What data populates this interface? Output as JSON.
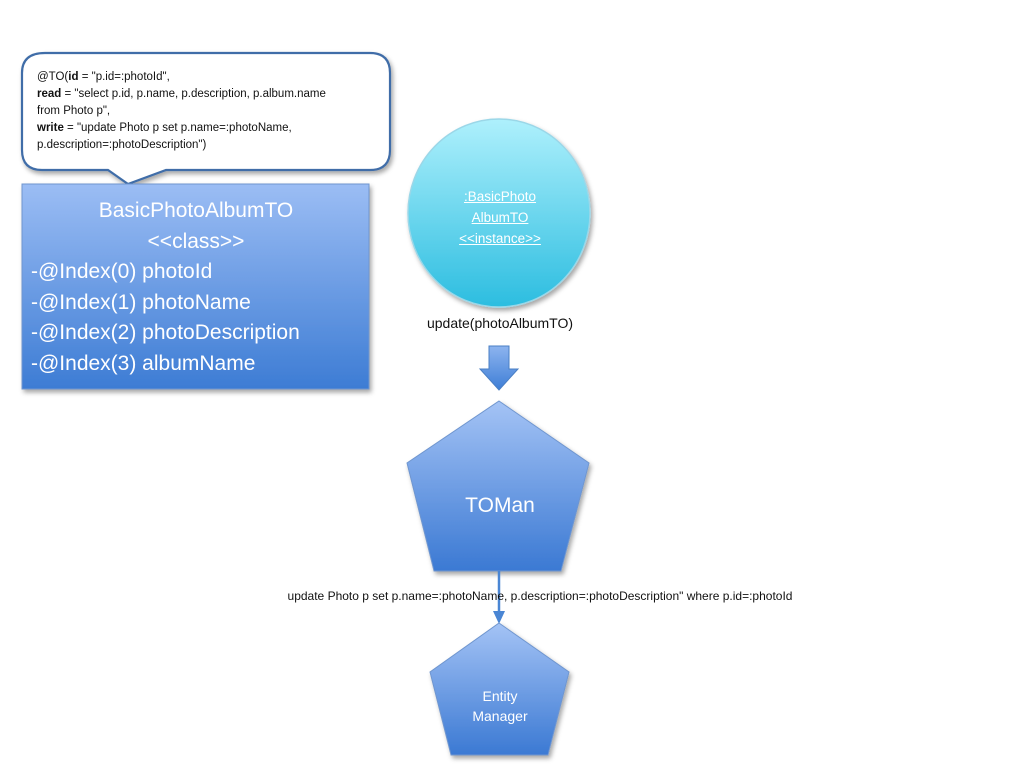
{
  "callout": {
    "line1_prefix": "@TO(",
    "line1_key": "id",
    "line1_rest": " = \"p.id=:photoId\",",
    "line2_key": "read",
    "line2_rest": " = \"select p.id, p.name, p.description, p.album.name",
    "line3": "from Photo p\",",
    "line4_key": "write",
    "line4_rest": " = \"update Photo p set p.name=:photoName,",
    "line5": "p.description=:photoDescription\")"
  },
  "class_box": {
    "title": "BasicPhotoAlbumTO",
    "stereotype": "<<class>>",
    "attributes": [
      "-@Index(0) photoId",
      "-@Index(1) photoName",
      "-@Index(2) photoDescription",
      "-@Index(3) albumName"
    ]
  },
  "instance": {
    "line1": ":BasicPhoto",
    "line2": "AlbumTO",
    "line3": "<<instance>>"
  },
  "update_call": "update(photoAlbumTO)",
  "toman_label": "TOMan",
  "sql_label": "update Photo p set p.name=:photoName, p.description=:photoDescription\" where p.id=:photoId",
  "entity_manager": {
    "line1": "Entity",
    "line2": "Manager"
  },
  "colors": {
    "box_fill_top": "#95b8f2",
    "box_fill_bottom": "#3f7fd6",
    "circle_fill_top": "#a6ecfb",
    "circle_fill_bottom": "#2ebfe0",
    "outline": "#3f6da8",
    "arrow": "#4a86d4"
  }
}
